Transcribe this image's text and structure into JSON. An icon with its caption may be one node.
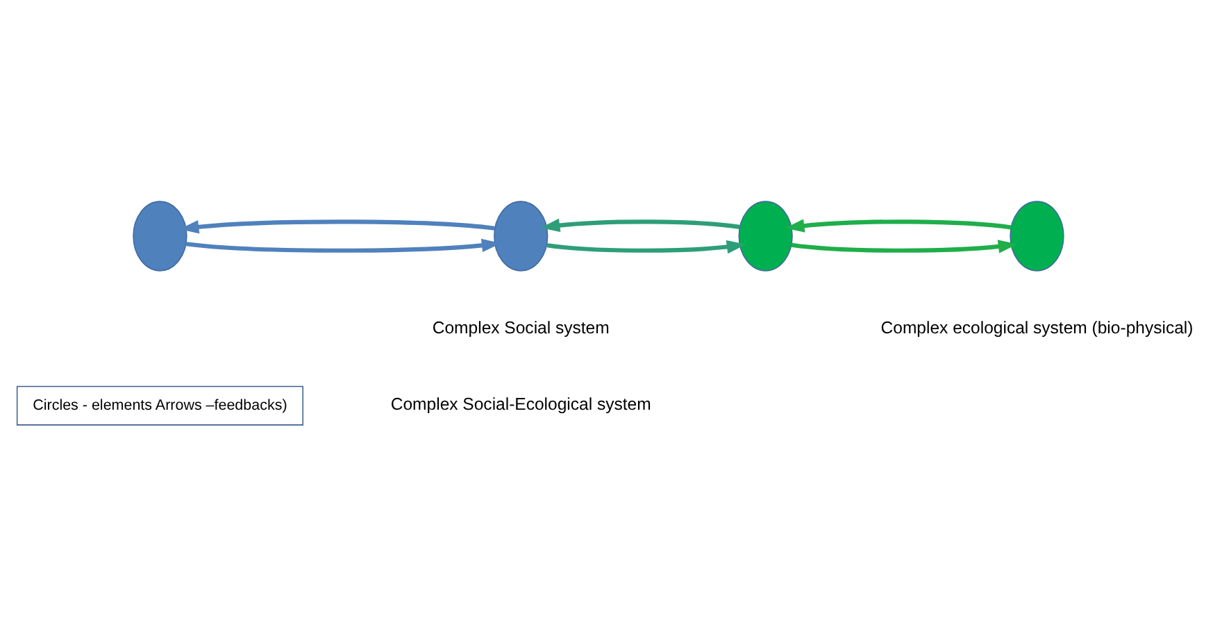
{
  "diagram": {
    "nodes": [
      {
        "text": [
          "Circles - elements Arrows –feedbacks)"
        ]
      },
      {
        "text": [],
        "shape": "circle"
      },
      {
        "text": [],
        "shape": "circle"
      },
      {
        "text": [],
        "shape": "circle"
      },
      {
        "text": [],
        "shape": "circle"
      }
    ],
    "edges": [
      {
        "from": 1,
        "to": 2,
        "arrow": "to",
        "color": "#4f81bd"
      },
      {
        "from": 2,
        "to": 1,
        "arrow": "to",
        "color": "#4f81bd"
      },
      {
        "from": 2,
        "to": 3,
        "arrow": "to",
        "color": "#2e9e78"
      },
      {
        "from": 3,
        "to": 2,
        "arrow": "to",
        "color": "#2e9e78"
      },
      {
        "from": 3,
        "to": 4,
        "arrow": "to",
        "color": "#1fae4a"
      },
      {
        "from": 4,
        "to": 3,
        "arrow": "to",
        "color": "#1fae4a"
      }
    ],
    "labels": [
      "Complex Social-Ecological system",
      "Complex Social system",
      "Complex ecological system (bio-physical)"
    ]
  }
}
